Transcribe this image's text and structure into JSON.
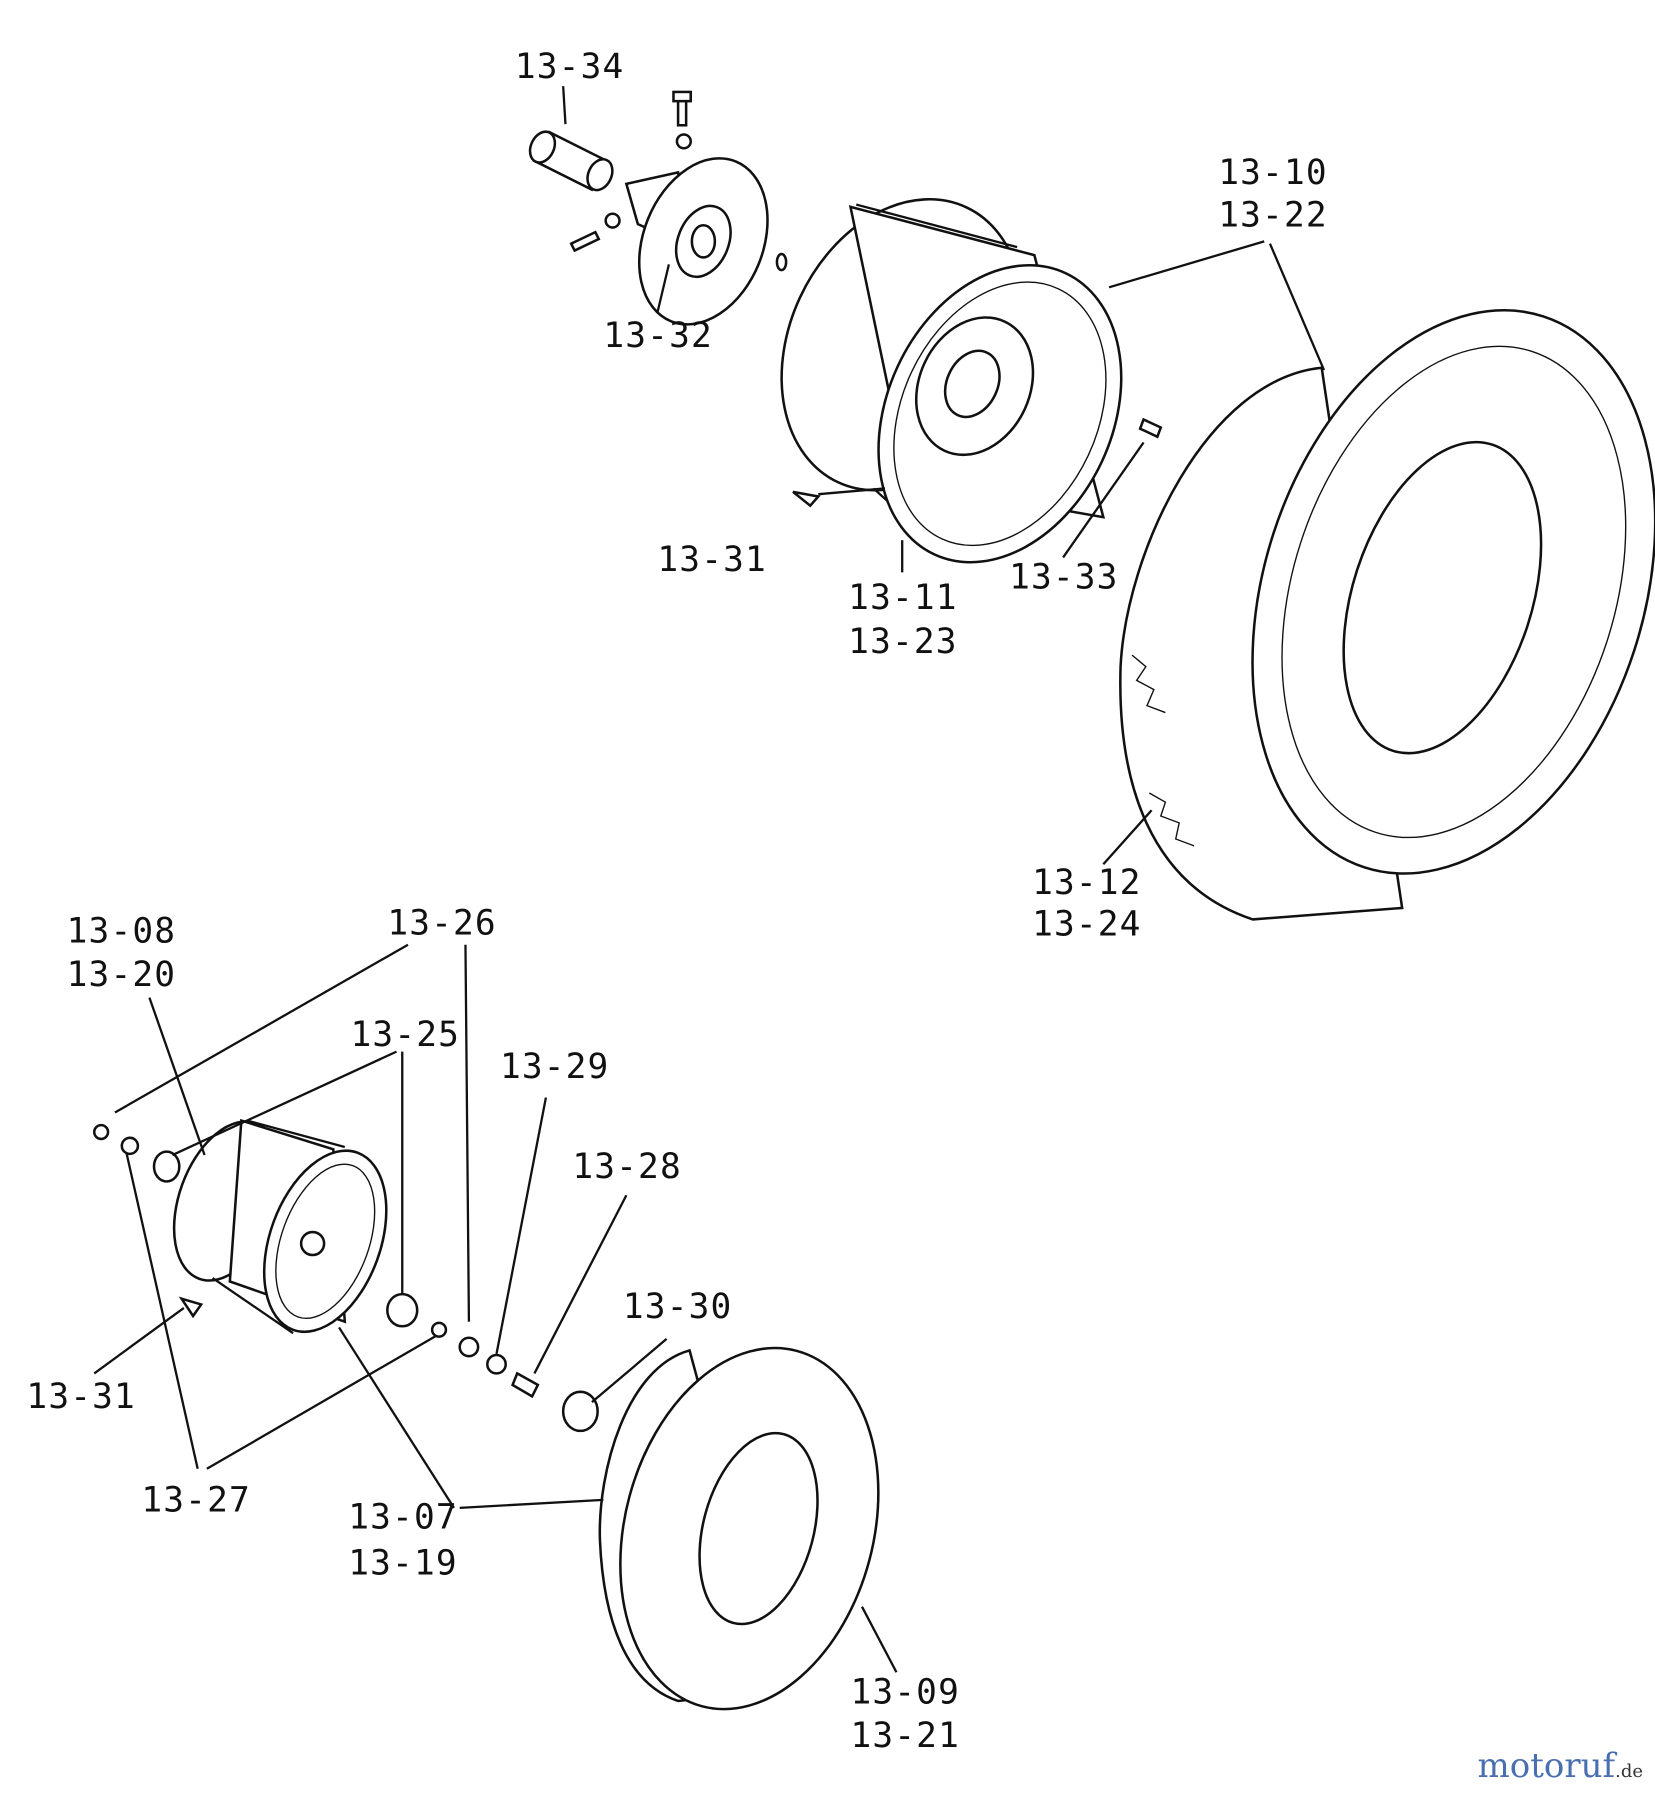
{
  "diagram": {
    "labels": {
      "p13_34": "13-34",
      "p13_32": "13-32",
      "p13_10": "13-10",
      "p13_22": "13-22",
      "p13_31_top": "13-31",
      "p13_11": "13-11",
      "p13_23": "13-23",
      "p13_33": "13-33",
      "p13_12": "13-12",
      "p13_24": "13-24",
      "p13_08": "13-08",
      "p13_20": "13-20",
      "p13_26": "13-26",
      "p13_25": "13-25",
      "p13_29": "13-29",
      "p13_28": "13-28",
      "p13_30": "13-30",
      "p13_31_bottom": "13-31",
      "p13_27": "13-27",
      "p13_07": "13-07",
      "p13_19": "13-19",
      "p13_09": "13-09",
      "p13_21": "13-21"
    }
  },
  "watermark": {
    "brand": "motoruf",
    "tld": ".de"
  }
}
